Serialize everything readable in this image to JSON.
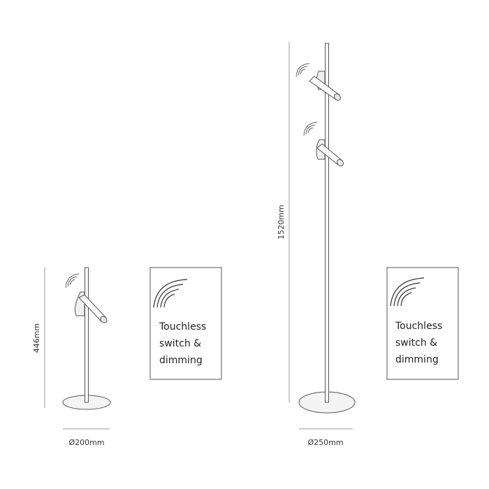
{
  "small_lamp": {
    "height_label": "446mm",
    "base_label": "Ø200mm",
    "info_box": {
      "lines": [
        "Touchless",
        "switch &",
        "dimming"
      ],
      "icon": "wireless-signal-icon"
    }
  },
  "tall_lamp": {
    "height_label": "1520mm",
    "base_label": "Ø250mm",
    "info_box": {
      "lines": [
        "Touchless",
        "switch &",
        "dimming"
      ],
      "icon": "wireless-signal-icon"
    }
  },
  "colors": {
    "line": "#555555",
    "body": "#f4f4f4",
    "text": "#222222"
  }
}
